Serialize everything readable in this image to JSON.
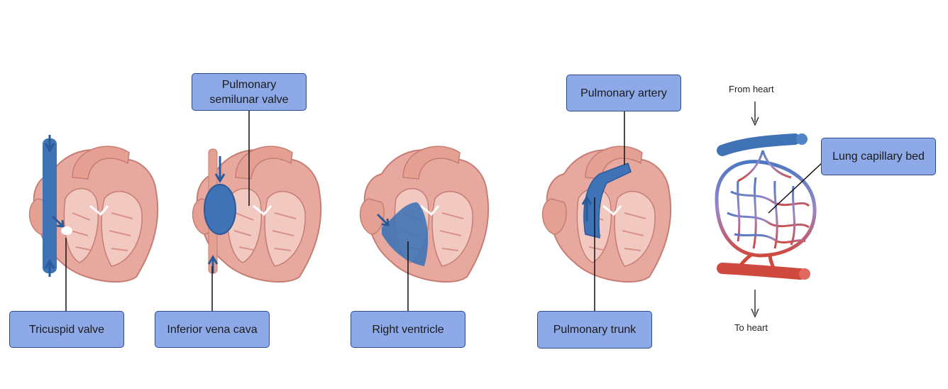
{
  "labels": {
    "tricuspid_valve": "Tricuspid valve",
    "inferior_vena_cava": "Inferior vena cava",
    "pulmonary_semilunar_valve_line1": "Pulmonary",
    "pulmonary_semilunar_valve_line2": "semilunar valve",
    "right_ventricle": "Right ventricle",
    "pulmonary_artery": "Pulmonary artery",
    "pulmonary_trunk": "Pulmonary trunk",
    "lung_capillary_bed": "Lung capillary bed"
  },
  "captions": {
    "from_heart": "From heart",
    "to_heart": "To heart"
  },
  "colors": {
    "label_fill": "#8ea9e8",
    "label_border": "#2f4a8a",
    "heart_muscle": "#e7a99f",
    "heart_dark": "#c77d73",
    "deoxygenated_blue": "#3f73b5",
    "oxygenated_red": "#d0493f",
    "capillary_purple": "#8a78c0"
  }
}
